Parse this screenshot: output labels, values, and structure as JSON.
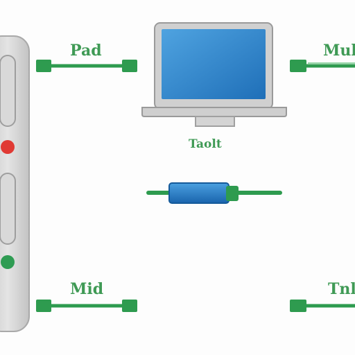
{
  "labels": {
    "top_left": "Pad",
    "top_right": "Mul",
    "middle": "Taolt",
    "bottom_left": "Mid",
    "bottom_right": "Tnl"
  },
  "colors": {
    "cable_green": "#2e9b4f",
    "label_green": "#3f9a55",
    "screen_blue": "#2f86cc",
    "adapter_blue": "#1f78c4",
    "indicator_red": "#e03a34",
    "indicator_green": "#2f9c53",
    "device_gray": "#d7d7d7"
  },
  "icons": {
    "device": "router-tower-icon",
    "computer": "laptop-icon",
    "adapter": "usb-adapter-icon"
  }
}
